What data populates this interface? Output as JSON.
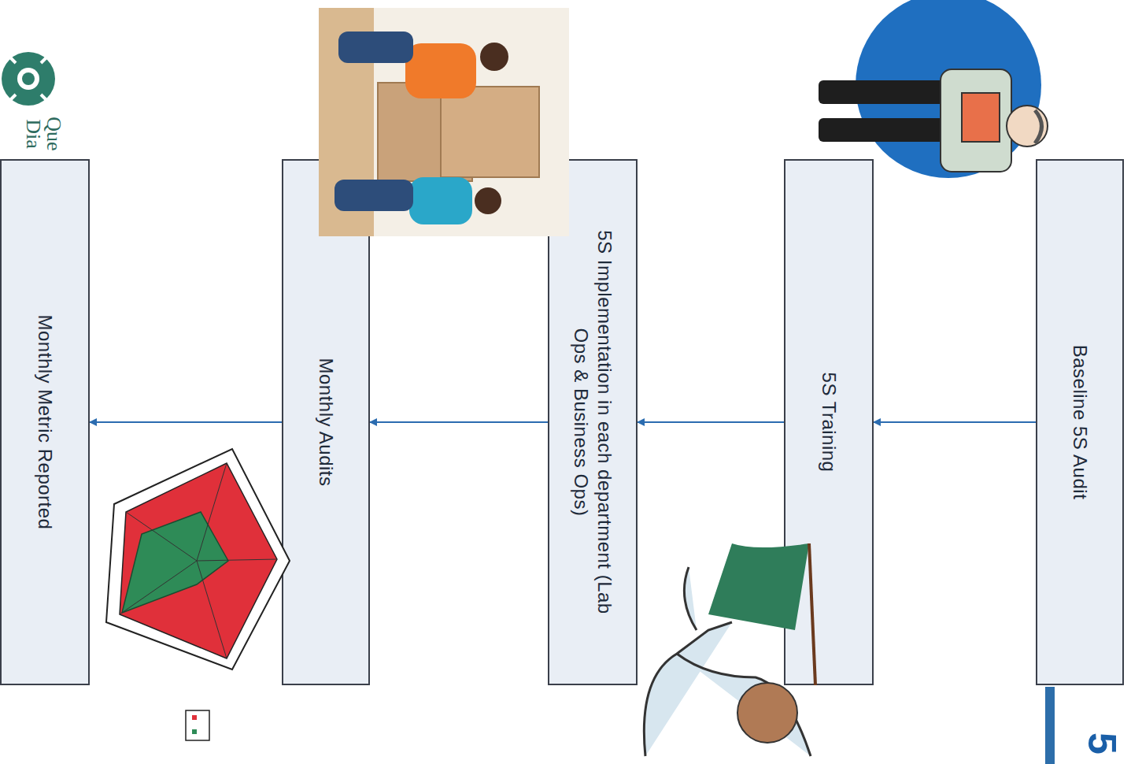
{
  "diagram": {
    "nodes": [
      {
        "text": [
          "Baseline 5S Audit"
        ]
      },
      {
        "text": [
          "5S Training"
        ]
      },
      {
        "text": [
          "5S Implementation in each department (Lab Ops & Business Ops)"
        ]
      },
      {
        "text": [
          "Monthly Audits"
        ]
      },
      {
        "text": [
          "Monthly Metric Reported"
        ]
      }
    ],
    "edges": [
      {
        "from": 0,
        "to": 1,
        "arrow": "to"
      },
      {
        "from": 1,
        "to": 2,
        "arrow": "to"
      },
      {
        "from": 2,
        "to": 3,
        "arrow": "to"
      },
      {
        "from": 3,
        "to": 4,
        "arrow": "to"
      }
    ],
    "labels": [
      "5",
      "Que",
      "Dia"
    ]
  }
}
